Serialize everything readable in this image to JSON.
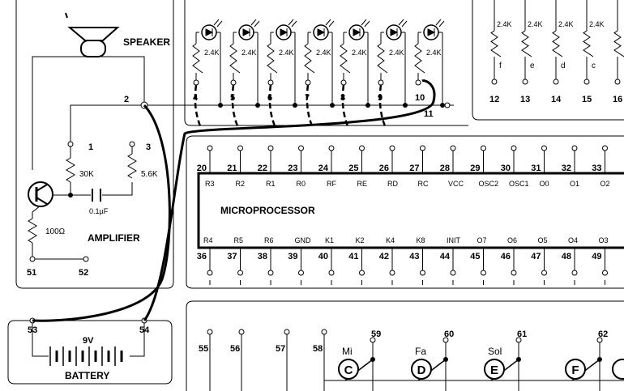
{
  "speaker": {
    "label": "SPEAKER"
  },
  "amplifier": {
    "label": "AMPLIFIER",
    "terminals": [
      "1",
      "2",
      "3",
      "51",
      "52"
    ],
    "components": {
      "r30k": "30K",
      "r56k": "5.6K",
      "cap": "0.1µF",
      "r100": "100Ω"
    }
  },
  "battery": {
    "label": "BATTERY",
    "voltage": "9V",
    "terminals": [
      "53",
      "54"
    ]
  },
  "leds": {
    "resistor_label": "2.4K",
    "terminals": [
      "4",
      "5",
      "6",
      "7",
      "8",
      "9",
      "10"
    ],
    "common_terminal": "11"
  },
  "segment_resistors": {
    "resistor_label": "2.4K",
    "letters": [
      "f",
      "e",
      "d",
      "c"
    ],
    "terminals": [
      "12",
      "13",
      "14",
      "15",
      "16"
    ]
  },
  "microprocessor": {
    "label": "MICROPROCESSOR",
    "top_numbers": [
      "20",
      "21",
      "22",
      "23",
      "24",
      "25",
      "26",
      "27",
      "28",
      "29",
      "30",
      "31",
      "32",
      "33"
    ],
    "top_pins": [
      "R3",
      "R2",
      "R1",
      "R0",
      "RF",
      "RE",
      "RD",
      "RC",
      "VCC",
      "OSC2",
      "OSC1",
      "O0",
      "O1",
      "O2"
    ],
    "bottom_pins": [
      "R4",
      "R5",
      "R6",
      "GND",
      "K1",
      "K2",
      "K4",
      "K8",
      "INIT",
      "O7",
      "O6",
      "O5",
      "O4",
      "O3"
    ],
    "bottom_numbers": [
      "36",
      "37",
      "38",
      "39",
      "40",
      "41",
      "42",
      "43",
      "44",
      "45",
      "46",
      "47",
      "48",
      "49"
    ]
  },
  "keys": {
    "terminals": [
      "55",
      "56",
      "57",
      "58",
      "59",
      "60",
      "61",
      "62"
    ],
    "notes": [
      "Mi",
      "Fa",
      "Sol"
    ],
    "letters": [
      "C",
      "D",
      "E",
      "F"
    ]
  }
}
